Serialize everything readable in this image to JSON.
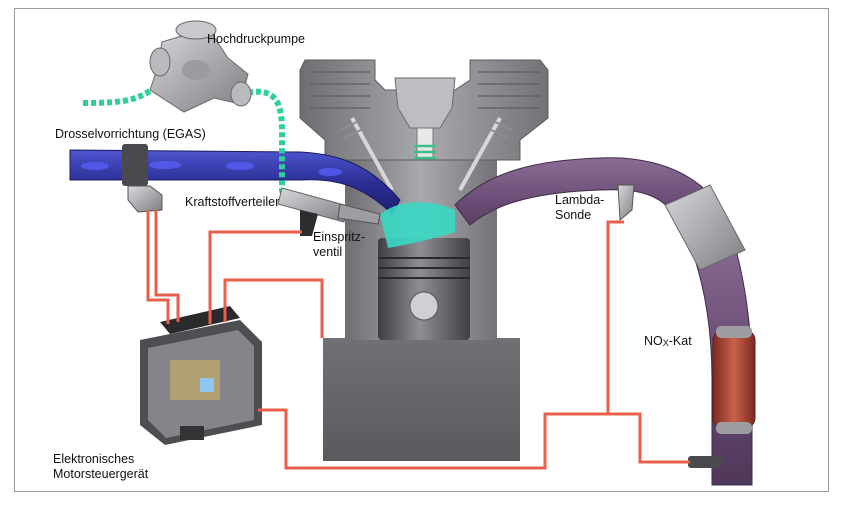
{
  "labels": {
    "pump": "Hochdruckpumpe",
    "throttle": "Drosselvorrichtung (EGAS)",
    "rail": "Kraftstoffverteiler",
    "injector_line1": "Einspritz-",
    "injector_line2": "ventil",
    "lambda_line1": "Lambda-",
    "lambda_line2": "Sonde",
    "nox_main": "NO",
    "nox_sub": "X",
    "nox_suffix": "-Kat",
    "ecu_line1": "Elektronisches",
    "ecu_line2": "Motorsteuergerät"
  },
  "colors": {
    "wire": "#e8604c",
    "fuel": "#2fcf9a",
    "intake": "#3a3fb8",
    "exhaust": "#6f4f7a",
    "engine": "#7c7c80",
    "catalyst": "#b24a38"
  }
}
